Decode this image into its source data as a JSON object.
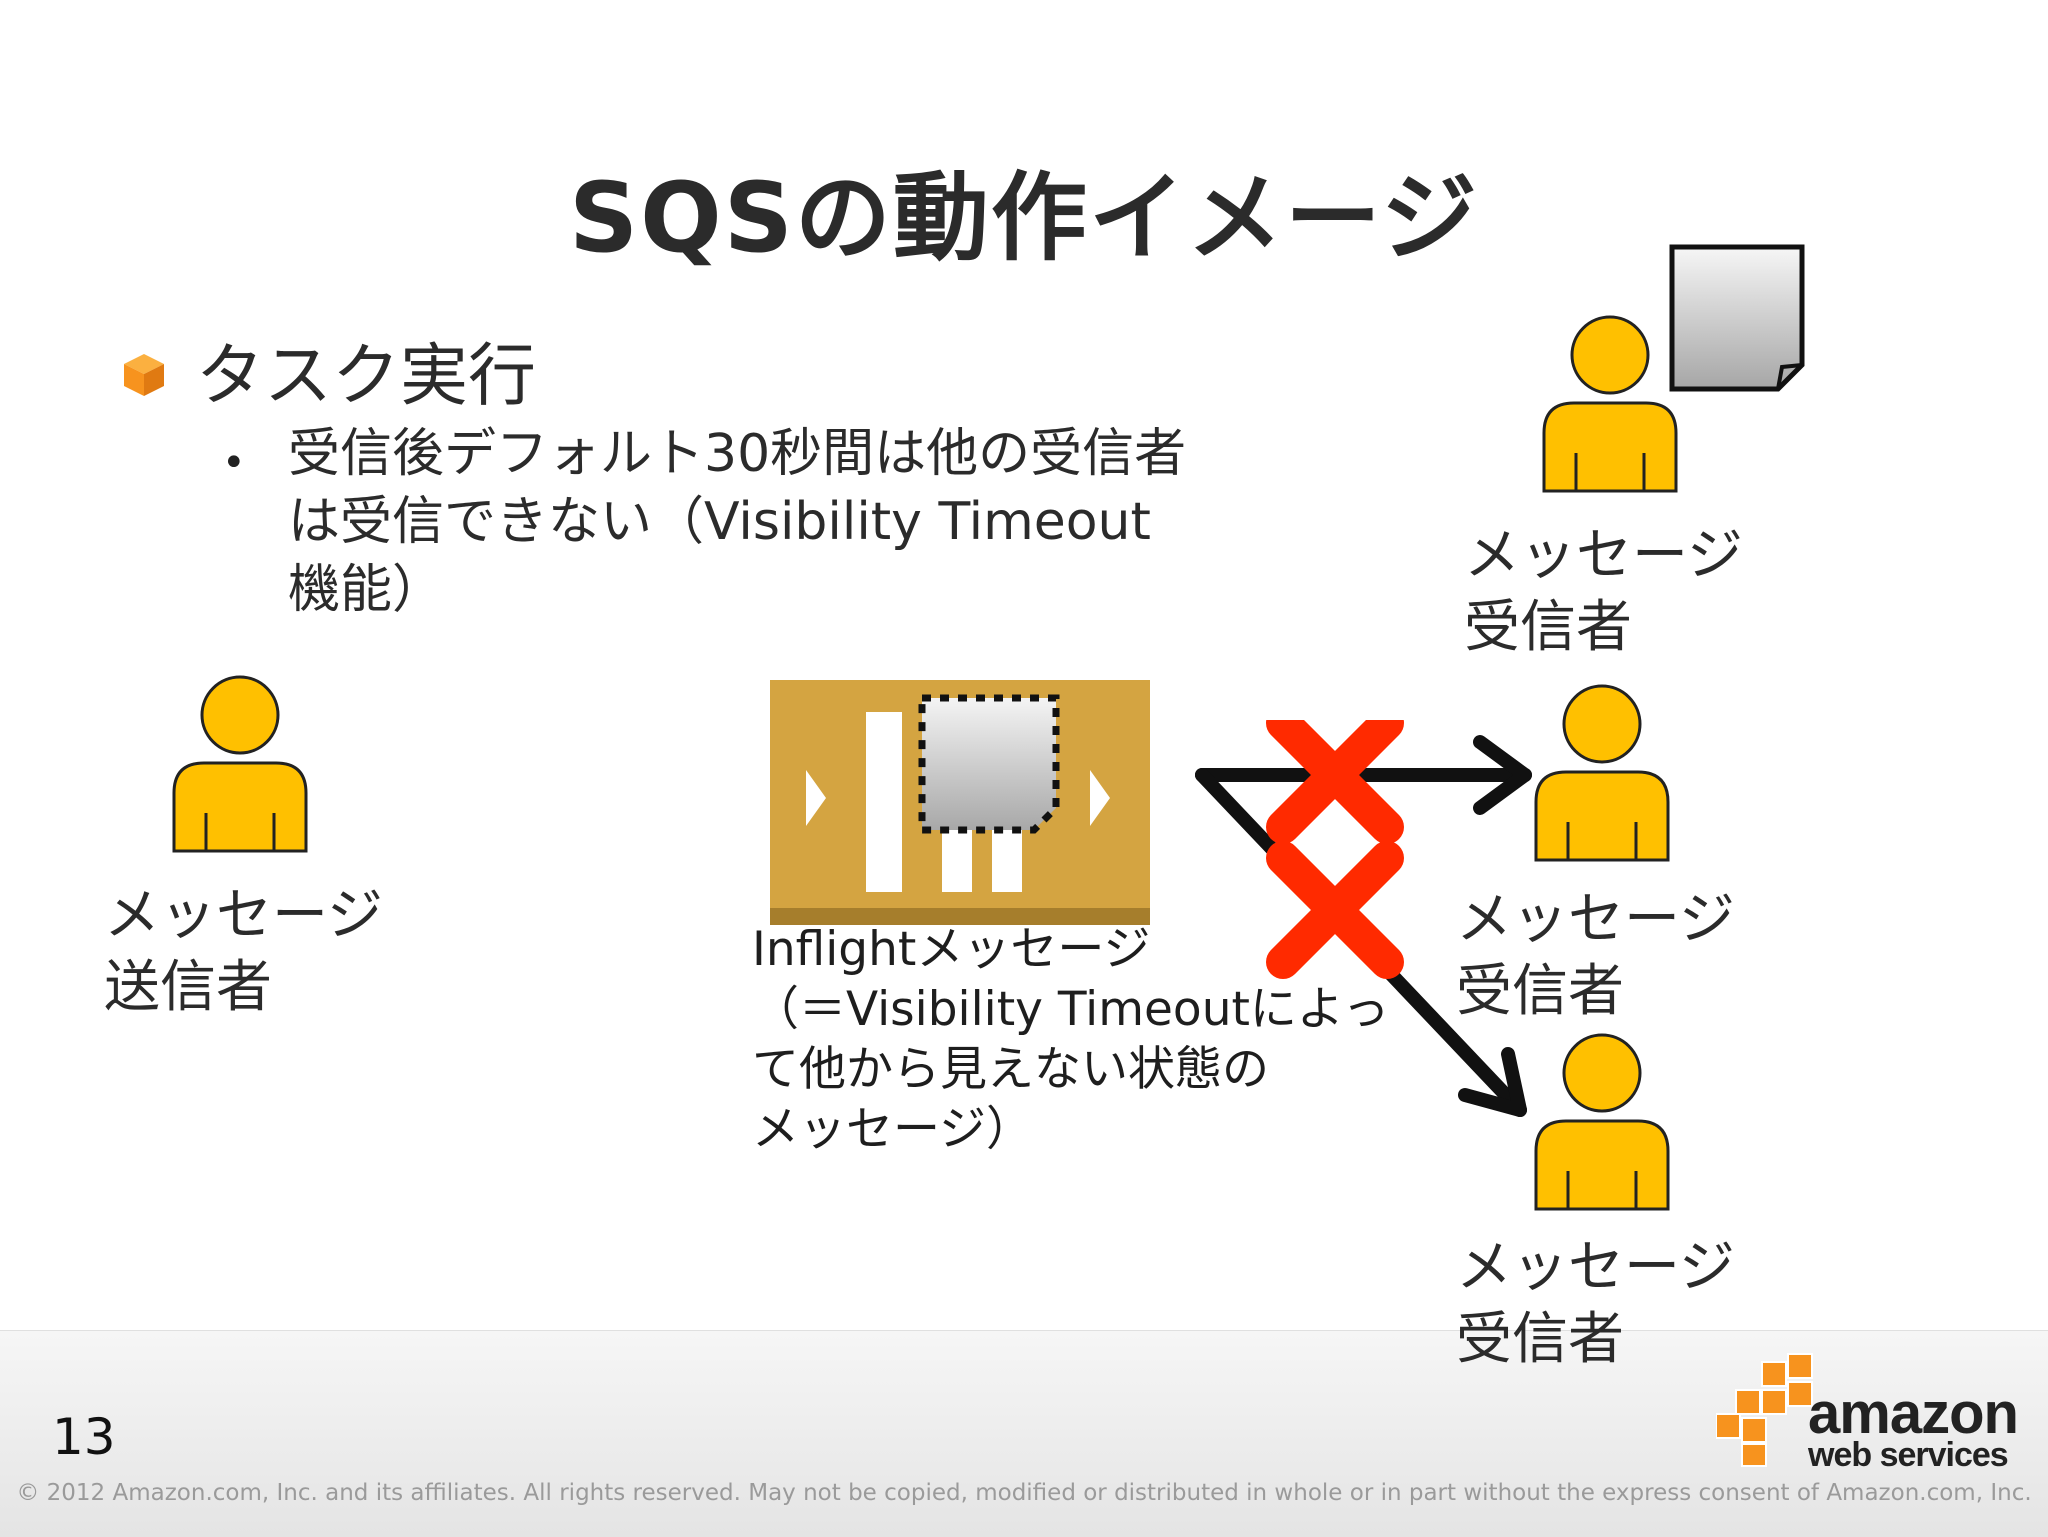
{
  "slide": {
    "title": "SQSの動作イメージ",
    "heading": "タスク実行",
    "bullet_lines": [
      "受信後デフォルト30秒間は他の受信者",
      "は受信できない（Visibility Timeout",
      "機能）"
    ],
    "sender_label": [
      "メッセージ",
      "送信者"
    ],
    "receiver_label": [
      "メッセージ",
      "受信者"
    ],
    "caption_lines": [
      "Inflightメッセージ",
      "（＝Visibility Timeoutによっ",
      "て他から見えない状態の",
      "メッセージ）"
    ],
    "page_number": "13",
    "copyright": "© 2012 Amazon.com, Inc. and its affiliates.  All rights reserved.  May not be copied, modified or distributed in whole or in part without the express consent of Amazon.com, Inc."
  },
  "logo": {
    "word1": "amazon",
    "word2": "web services"
  },
  "colors": {
    "person_fill": "#FFC000",
    "queue_fill": "#D4A441",
    "cross": "#FF2A00",
    "logo_orange": "#F7931E"
  },
  "icons": [
    "cube-bullet-icon",
    "person-icon",
    "document-icon",
    "queue-icon",
    "cross-icon",
    "arrow-icon"
  ]
}
